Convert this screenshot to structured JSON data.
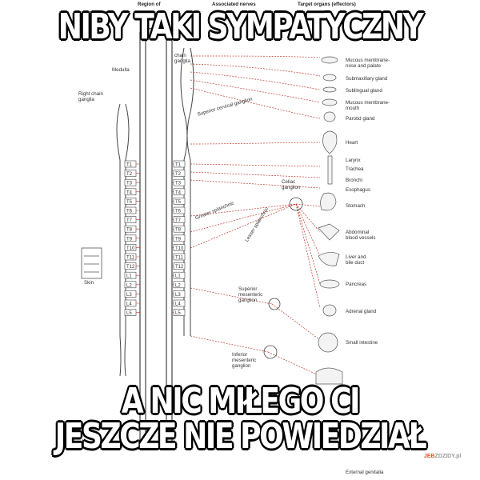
{
  "meme": {
    "top_text": "NIBY TAKI SYMPATYCZNY",
    "bottom_line1": "A NIC MIŁEGO CI",
    "bottom_line2": "JESZCZE NIE POWIEDZIAŁ"
  },
  "headers": {
    "region": "Region of",
    "nerves": "Associated nerves",
    "targets": "Target organs (effectors)"
  },
  "labels": {
    "medulla": "Medulla",
    "right_chain": "Right chain\nganglia",
    "chain_ganglia": "chain\nganglia",
    "sup_cervical": "Superior cervical ganglion",
    "celiac": "Celiac\nganglion",
    "greater_splanchnic": "Greater splanchnic",
    "lesser_splanchnic": "Lesser splanchnic",
    "sup_mesenteric": "Superior\nmesenteric\nganglion",
    "inf_mesenteric": "Inferior\nmesenteric\nganglion",
    "skin": "Skin"
  },
  "organs": [
    "Mucous membrane-\nnose and palate",
    "Submaxillary gland",
    "Sublingual gland",
    "Mucous membrane-\nmouth",
    "Parotid gland",
    "Heart",
    "Larynx",
    "Trachea",
    "Bronchi",
    "Esophagus",
    "Stomach",
    "Abdominal\nblood vessels",
    "Liver and\nbile duct",
    "Pancreas",
    "Adrenal gland",
    "Small intestine",
    "External genitalia"
  ],
  "segments": [
    "T1",
    "T2",
    "T3",
    "T4",
    "T5",
    "T6",
    "T7",
    "T8",
    "T9",
    "T10",
    "T11",
    "T12",
    "L1",
    "L2",
    "L3",
    "L4",
    "L5"
  ],
  "watermark": {
    "part1": "JEB",
    "part2": "ZDZIDY.pl"
  },
  "colors": {
    "nerve_red": "#c0392b",
    "ink": "#333333",
    "meme_text": "#ffffff",
    "meme_outline": "#000000"
  }
}
